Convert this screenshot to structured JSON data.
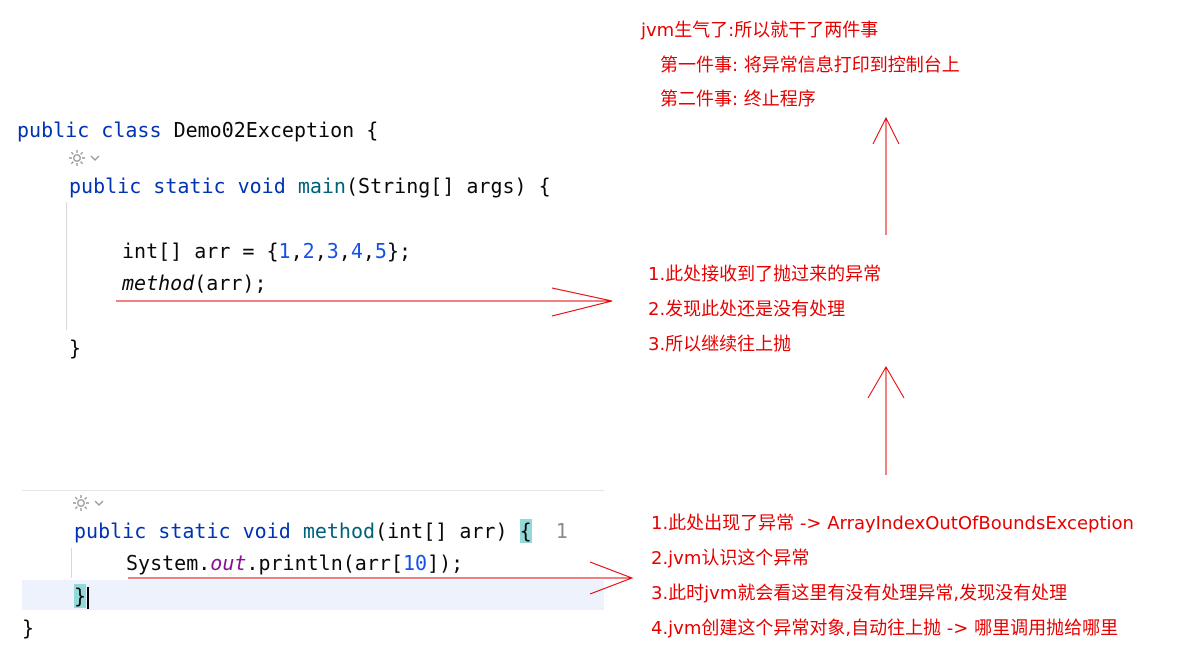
{
  "upper_code": {
    "line1": {
      "kw1": "public",
      "kw2": "class",
      "rest": "Demo02Exception {"
    },
    "line2": {
      "kw1": "public",
      "kw2": "static",
      "kw3": "void",
      "fn": "main",
      "rest": "(String[] args) {"
    },
    "line3": {
      "type": "int[] arr = {",
      "n1": "1",
      "n2": "2",
      "n3": "3",
      "n4": "4",
      "n5": "5",
      "end": "};"
    },
    "line4": {
      "call": "method",
      "rest": "(arr);"
    },
    "line5": {
      "brace": "}"
    }
  },
  "lower_code": {
    "line1": {
      "kw1": "public",
      "kw2": "static",
      "kw3": "void",
      "fn": "method",
      "rest": "(int[] arr) ",
      "brace": "{",
      "usages": "1"
    },
    "line2": {
      "sys": "System.",
      "field": "out",
      "rest": ".println(arr[",
      "num": "10",
      "end": "]);"
    },
    "line3": {
      "brace": "}"
    },
    "line4": {
      "brace": "}"
    }
  },
  "notes": {
    "top": {
      "title": "jvm生气了:所以就干了两件事",
      "item1": "第一件事: 将异常信息打印到控制台上",
      "item2": "第二件事: 终止程序"
    },
    "middle": {
      "item1": "1.此处接收到了抛过来的异常",
      "item2": "2.发现此处还是没有处理",
      "item3": "3.所以继续往上抛"
    },
    "bottom": {
      "item1": "1.此处出现了异常 -> ArrayIndexOutOfBoundsException",
      "item2": "2.jvm认识这个异常",
      "item3": "3.此时jvm就会看这里有没有处理异常,发现没有处理",
      "item4": "4.jvm创建这个异常对象,自动往上抛 -> 哪里调用抛给哪里"
    }
  },
  "icons": {
    "hint": "gear-hint-icon",
    "dropdown": "chevron-down-icon"
  },
  "colors": {
    "annotation": "#e60000",
    "keyword": "#0033b3",
    "method_decl": "#00627a",
    "number": "#1750eb",
    "static_field": "#871094"
  }
}
